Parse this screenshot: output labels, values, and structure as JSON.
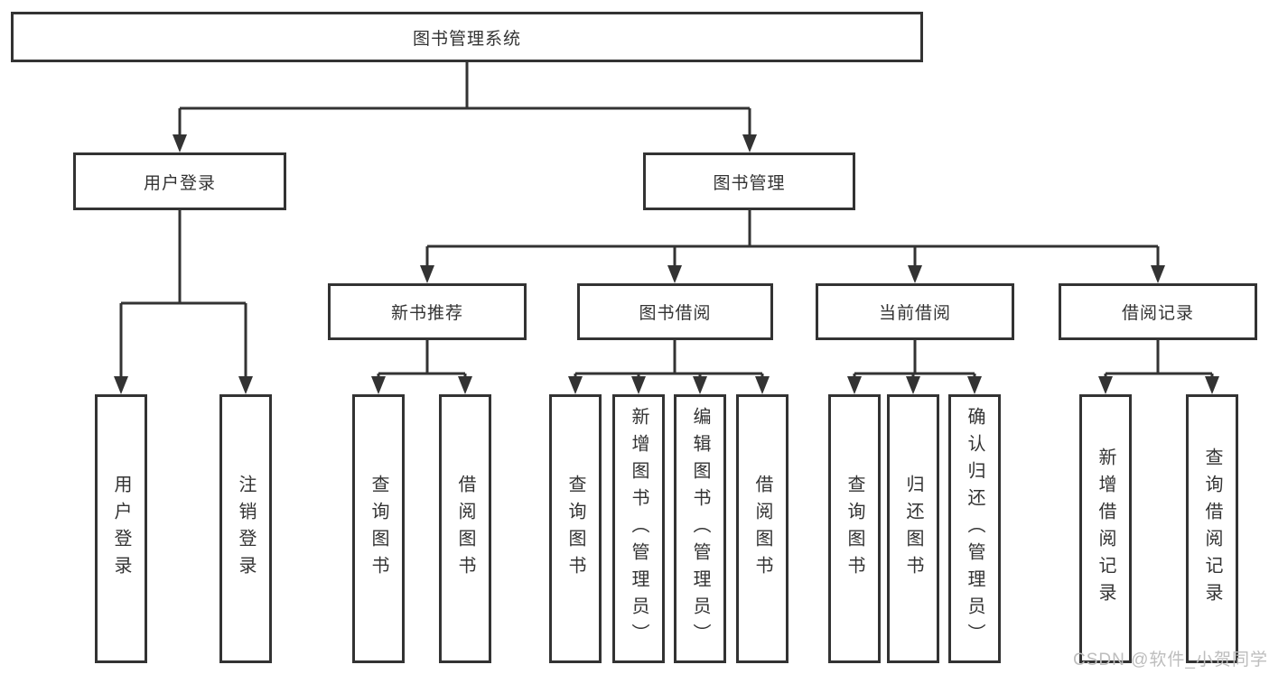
{
  "tree": {
    "label": "图书管理系统",
    "children": [
      {
        "label": "用户登录",
        "children": [
          {
            "label": "用户登录"
          },
          {
            "label": "注销登录"
          }
        ]
      },
      {
        "label": "图书管理",
        "children": [
          {
            "label": "新书推荐",
            "children": [
              {
                "label": "查询图书"
              },
              {
                "label": "借阅图书"
              }
            ]
          },
          {
            "label": "图书借阅",
            "children": [
              {
                "label": "查询图书"
              },
              {
                "label": "新增图书（管理员）"
              },
              {
                "label": "编辑图书（管理员）"
              },
              {
                "label": "借阅图书"
              }
            ]
          },
          {
            "label": "当前借阅",
            "children": [
              {
                "label": "查询图书"
              },
              {
                "label": "归还图书"
              },
              {
                "label": "确认归还（管理员）"
              }
            ]
          },
          {
            "label": "借阅记录",
            "children": [
              {
                "label": "新增借阅记录"
              },
              {
                "label": "查询借阅记录"
              }
            ]
          }
        ]
      }
    ]
  },
  "watermark": {
    "text": "CSDN @软件_小贺同学"
  },
  "colors": {
    "background": "#ffffff",
    "line": "#333333",
    "box_border": "#333333",
    "text": "#333333",
    "watermark": "#bdbdbd"
  }
}
